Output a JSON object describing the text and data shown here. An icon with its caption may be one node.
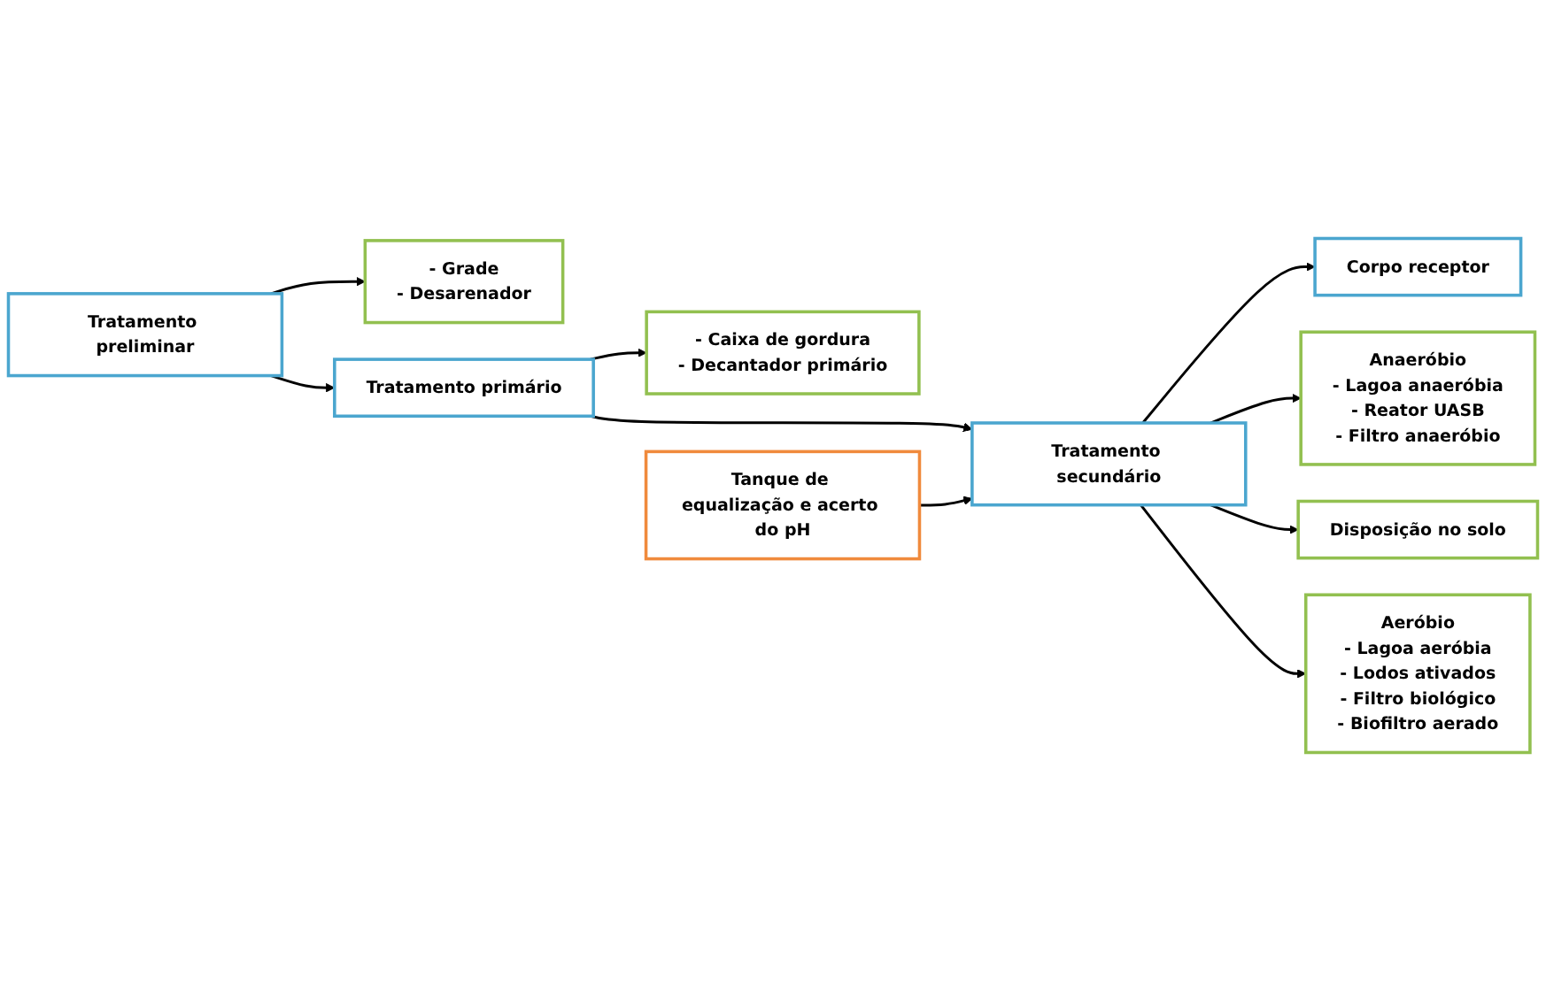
{
  "diagram": {
    "nodes": [
      {
        "text": [
          "Tanque de equalização e acerto do pH"
        ]
      },
      {
        "text": [
          "Tratamento preliminar"
        ]
      },
      {
        "text": [
          "Tratamento primário"
        ]
      },
      {
        "text": [
          "Tratamento secundário"
        ]
      },
      {
        "text": [
          "Corpo receptor"
        ]
      },
      {
        "text": [
          "- Grade",
          "- Desarenador"
        ]
      },
      {
        "text": [
          "- Caixa de gordura",
          "- Decantador primário"
        ]
      },
      {
        "text": [
          "Anaeróbio",
          "- Lagoa anaeróbia",
          "- Reator UASB",
          "- Filtro anaeróbio"
        ]
      },
      {
        "text": [
          "Disposição no solo"
        ]
      },
      {
        "text": [
          "Aeróbio",
          "- Lagoa aeróbia",
          "- Lodos ativados",
          "- Filtro biológico",
          "- Biofiltro aerado"
        ]
      }
    ],
    "edges": [
      {
        "from": 1,
        "to": 2,
        "arrow": "to"
      },
      {
        "from": 2,
        "to": 3,
        "arrow": "to"
      },
      {
        "from": 0,
        "to": 3,
        "arrow": "to"
      },
      {
        "from": 3,
        "to": 4,
        "arrow": "to"
      },
      {
        "from": 1,
        "to": 5,
        "arrow": "to"
      },
      {
        "from": 2,
        "to": 6,
        "arrow": "to"
      },
      {
        "from": 3,
        "to": 7,
        "arrow": "to"
      },
      {
        "from": 3,
        "to": 8,
        "arrow": "to"
      },
      {
        "from": 3,
        "to": 9,
        "arrow": "to"
      }
    ]
  }
}
